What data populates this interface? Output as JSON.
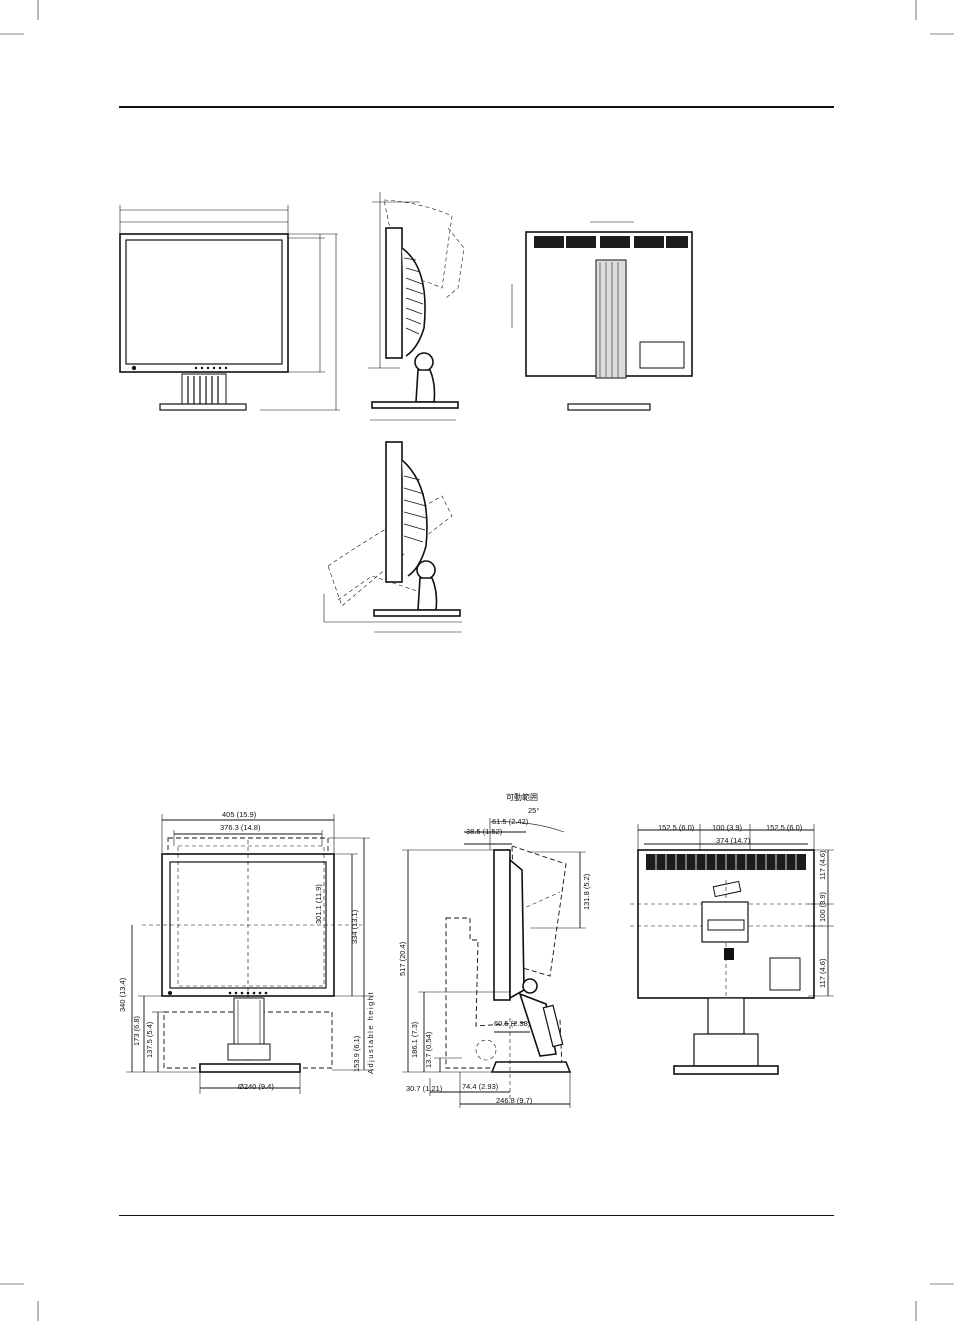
{
  "colors": {
    "ink": "#111111",
    "paper": "#ffffff",
    "vent": "#1c1c1c"
  },
  "top_figure": {
    "note": ""
  },
  "bottom_figure": {
    "front": {
      "width_overall": "405 (15.9)",
      "width_screen": "376.3 (14.8)",
      "height_screen_a": "301.1 (11.9)",
      "height_screen_b": "334 (13.1)",
      "height_total": "340 (13.4)",
      "height_a": "173 (6.8)",
      "height_b": "137.5 (5.4)",
      "adjustable": "153.9 (6.1)",
      "adjustable_label": "Adjustable height",
      "base_diameter": "Ø240 (9.4)"
    },
    "side": {
      "range_label": "可動範囲",
      "tilt_angle": "25°",
      "offset_a": "61.5 (2.42)",
      "offset_b": "38.5 (1.52)",
      "tilt_height": "131.8 (5.2)",
      "height_total": "517 (20.4)",
      "height_a": "186.1 (7.3)",
      "height_b": "13.7 (0.54)",
      "pivot": "60.5 (2.38)",
      "depth_a": "30.7 (1.21)",
      "depth_b": "74.4 (2.93)",
      "depth_total": "246.8 (9.7)"
    },
    "back": {
      "margin_left": "152.5 (6.0)",
      "vesa_width": "100 (3.9)",
      "margin_right": "152.5 (6.0)",
      "screw_span": "374 (14.7)",
      "height_top": "117 (4.6)",
      "vesa_height": "100 (3.9)",
      "height_bottom": "117 (4.6)"
    }
  }
}
